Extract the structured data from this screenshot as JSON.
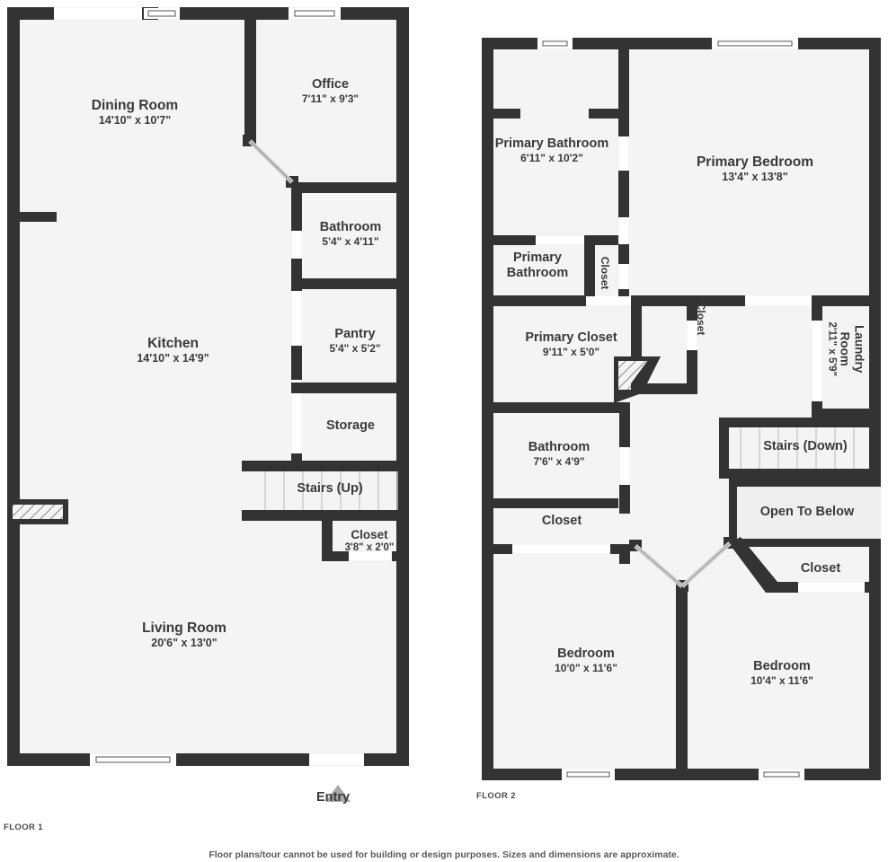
{
  "document": {
    "disclaimer": "Floor plans/tour cannot be used for building or design purposes. Sizes and dimensions are approximate."
  },
  "colors": {
    "wall": "#333333",
    "room_fill": "#f4f4f4",
    "open_to_below_fill": "#efefef",
    "window": "#ffffff",
    "text": "#3a3a3a",
    "entry_arrow": "#a8a8a8",
    "page_background": "#ffffff"
  },
  "floors": [
    {
      "tag": "FLOOR 1",
      "entry": {
        "label": "Entry"
      },
      "rooms": [
        {
          "name": "Dining Room",
          "dim": "14'10\" x 10'7\""
        },
        {
          "name": "Office",
          "dim": "7'11\" x 9'3\""
        },
        {
          "name": "Bathroom",
          "dim": "5'4\" x 4'11\""
        },
        {
          "name": "Kitchen",
          "dim": "14'10\" x 14'9\""
        },
        {
          "name": "Pantry",
          "dim": "5'4\" x 5'2\""
        },
        {
          "name": "Storage",
          "dim": ""
        },
        {
          "name": "Stairs (Up)",
          "dim": ""
        },
        {
          "name": "Closet",
          "dim": "3'8\" x 2'0\""
        },
        {
          "name": "Living Room",
          "dim": "20'6\" x 13'0\""
        }
      ]
    },
    {
      "tag": "FLOOR 2",
      "rooms": [
        {
          "name": "Primary Bathroom",
          "dim": "6'11\" x 10'2\""
        },
        {
          "name": "Primary Bedroom",
          "dim": "13'4\" x 13'8\""
        },
        {
          "name": "Primary Bathroom",
          "dim": ""
        },
        {
          "name": "Closet",
          "dim": ""
        },
        {
          "name": "Primary Closet",
          "dim": "9'11\" x 5'0\""
        },
        {
          "name": "Closet",
          "dim": ""
        },
        {
          "name": "Laundry Room",
          "dim": "2'11\" x 5'9\""
        },
        {
          "name": "Bathroom",
          "dim": "7'6\" x 4'9\""
        },
        {
          "name": "Stairs (Down)",
          "dim": ""
        },
        {
          "name": "Open To Below",
          "dim": ""
        },
        {
          "name": "Closet",
          "dim": ""
        },
        {
          "name": "Closet",
          "dim": ""
        },
        {
          "name": "Bedroom",
          "dim": "10'0\" x 11'6\""
        },
        {
          "name": "Bedroom",
          "dim": "10'4\" x 11'6\""
        }
      ]
    }
  ]
}
